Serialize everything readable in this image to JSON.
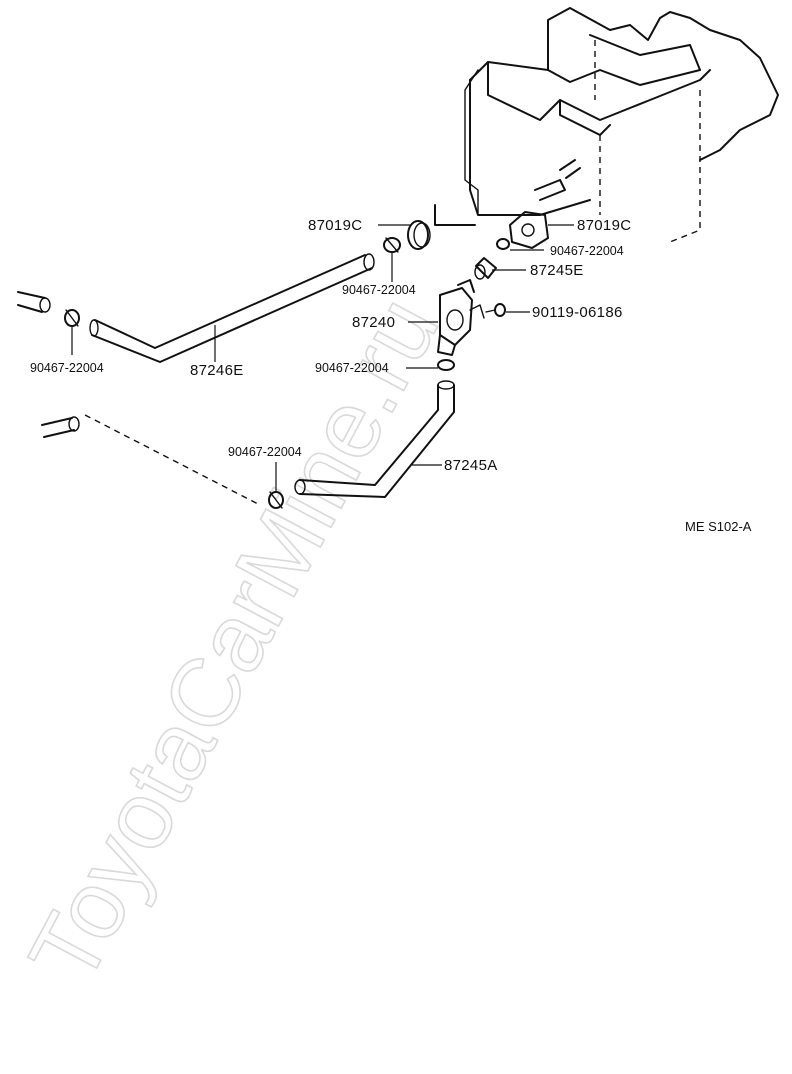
{
  "watermark": "ToyotaCarMine.ru",
  "diagram_ref": "ME S102-A",
  "labels": {
    "grommet_left": "87019C",
    "grommet_right": "87019C",
    "clamp_upper_right": "90467-22004",
    "clamp_mid_left": "90467-22004",
    "hose_upper": "87245E",
    "valve": "87240",
    "bolt": "90119-06186",
    "hose_long": "87246E",
    "clamp_far_left": "90467-22004",
    "clamp_below_valve": "90467-22004",
    "clamp_lower_hose": "90467-22004",
    "hose_lower": "87245A"
  }
}
